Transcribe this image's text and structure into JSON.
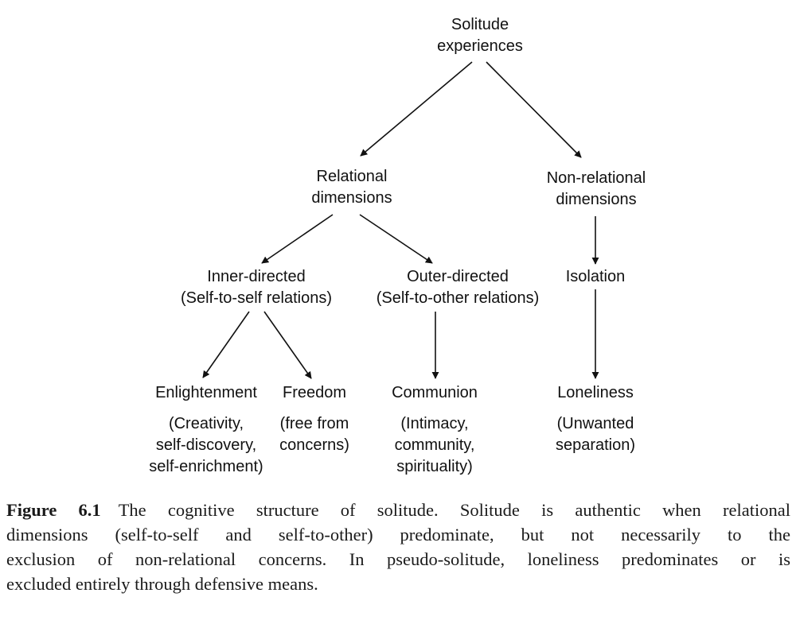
{
  "diagram": {
    "root": [
      "Solitude",
      "experiences"
    ],
    "relational": [
      "Relational",
      "dimensions"
    ],
    "non_relational": [
      "Non-relational",
      "dimensions"
    ],
    "inner": [
      "Inner-directed",
      "(Self-to-self relations)"
    ],
    "outer": [
      "Outer-directed",
      "(Self-to-other relations)"
    ],
    "isolation": "Isolation",
    "enlightenment": "Enlightenment",
    "freedom": "Freedom",
    "communion": "Communion",
    "loneliness": "Loneliness",
    "enlightenment_desc": [
      "(Creativity,",
      "self-discovery,",
      "self-enrichment)"
    ],
    "freedom_desc": [
      "(free from",
      "concerns)"
    ],
    "communion_desc": [
      "(Intimacy,",
      "community,",
      "spirituality)"
    ],
    "loneliness_desc": [
      "(Unwanted",
      "separation)"
    ]
  },
  "caption": {
    "figure_label": "Figure 6.1",
    "lines": [
      "The cognitive structure of solitude. Solitude is authentic when relational",
      "dimensions (self-to-self and self-to-other) predominate, but not necessarily to the",
      "exclusion of non-relational concerns. In pseudo-solitude, loneliness predominates or is",
      "excluded entirely through defensive means."
    ]
  }
}
